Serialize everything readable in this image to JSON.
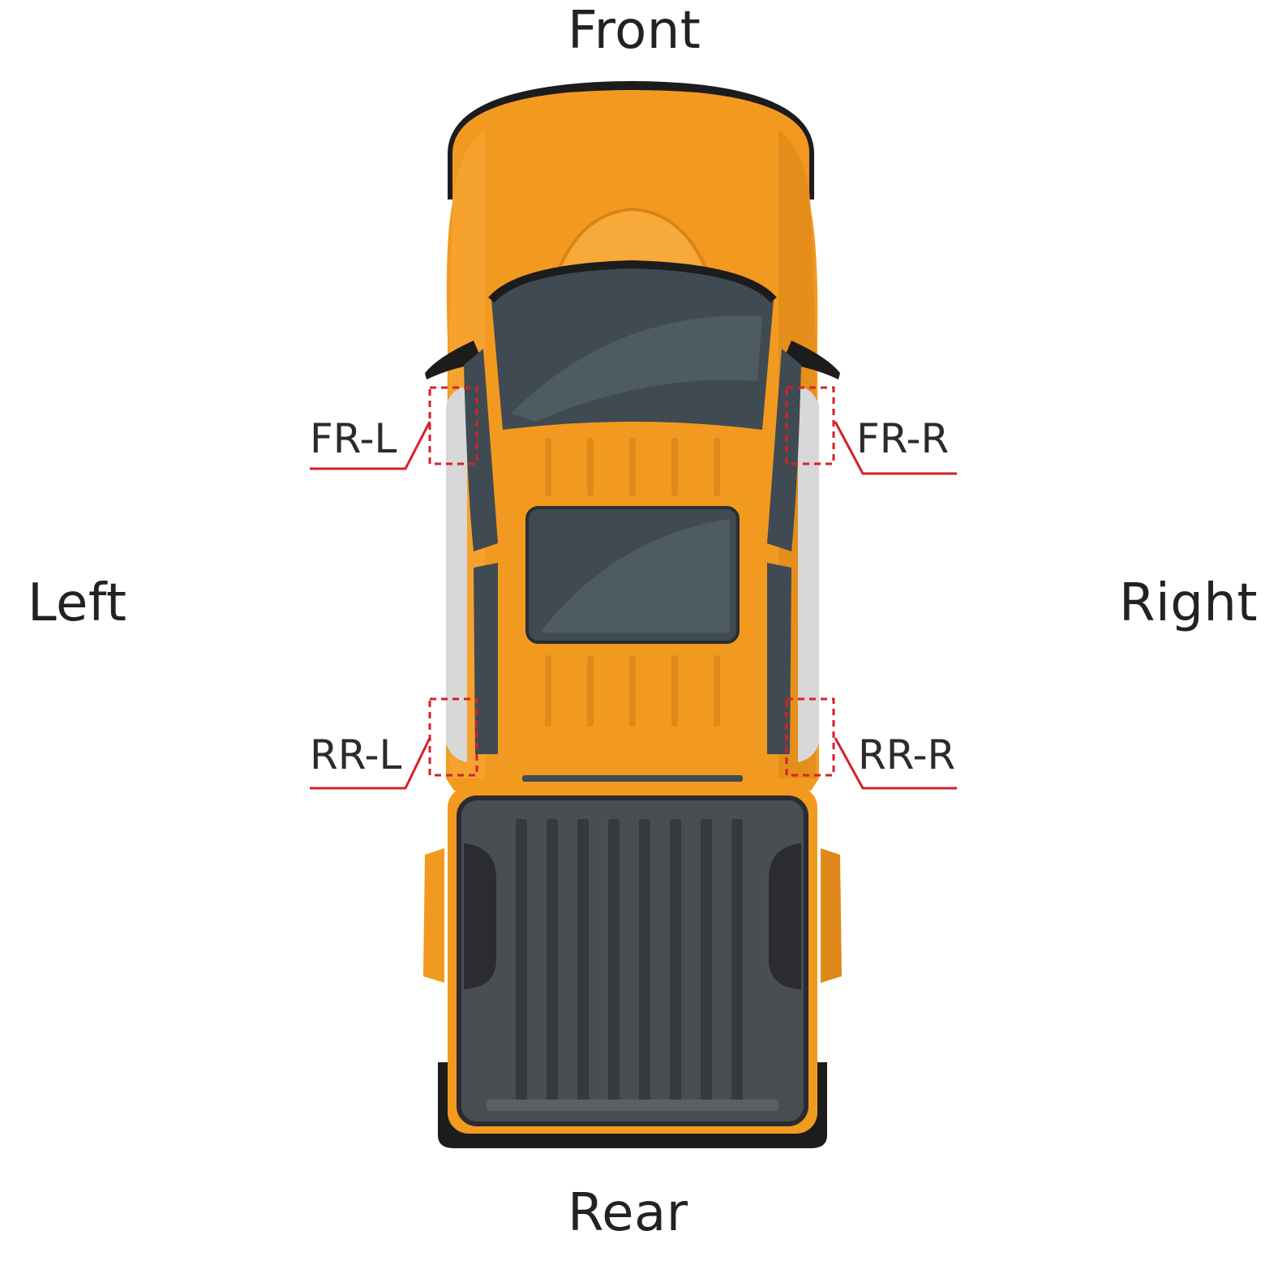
{
  "directions": {
    "front": "Front",
    "rear": "Rear",
    "left": "Left",
    "right": "Right"
  },
  "positions": {
    "front_left": "FR-L",
    "front_right": "FR-R",
    "rear_left": "RR-L",
    "rear_right": "RR-R"
  },
  "colors": {
    "body": "#F29A1F",
    "body_dark": "#D9841A",
    "glass": "#3F4A52",
    "bed": "#4A4D52",
    "tire_black": "#1C1C1C",
    "marker": "#D6202A",
    "fender": "#DADADA"
  }
}
